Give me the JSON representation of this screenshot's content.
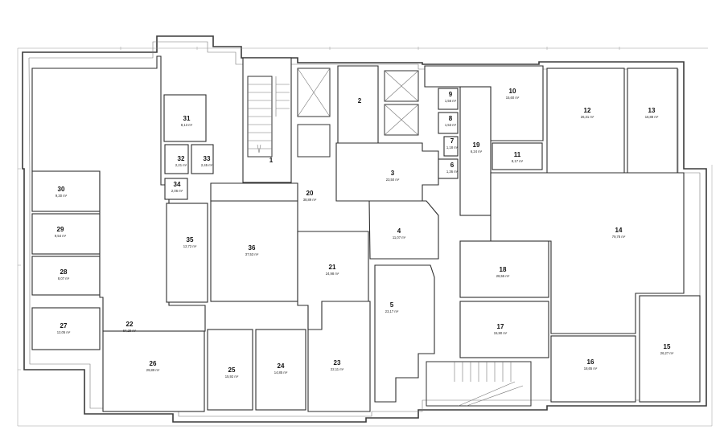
{
  "rooms": [
    {
      "id": "1",
      "number": "1",
      "area": ""
    },
    {
      "id": "2",
      "number": "2",
      "area": ""
    },
    {
      "id": "3",
      "number": "3",
      "area": "23,50 m²"
    },
    {
      "id": "4",
      "number": "4",
      "area": "11,07 m²"
    },
    {
      "id": "5",
      "number": "5",
      "area": "23,17 m²"
    },
    {
      "id": "6",
      "number": "6",
      "area": "1,36 m²"
    },
    {
      "id": "7",
      "number": "7",
      "area": "1,18 m²"
    },
    {
      "id": "8",
      "number": "8",
      "area": "1,53 m²"
    },
    {
      "id": "9",
      "number": "9",
      "area": "1,56 m²"
    },
    {
      "id": "10",
      "number": "10",
      "area": "15,60 m²"
    },
    {
      "id": "11",
      "number": "11",
      "area": "8,17 m²"
    },
    {
      "id": "12",
      "number": "12",
      "area": "26,31 m²"
    },
    {
      "id": "13",
      "number": "13",
      "area": "16,88 m²"
    },
    {
      "id": "14",
      "number": "14",
      "area": "79,78 m²"
    },
    {
      "id": "15",
      "number": "15",
      "area": "26,27 m²"
    },
    {
      "id": "16",
      "number": "16",
      "area": "18,65 m²"
    },
    {
      "id": "17",
      "number": "17",
      "area": "15,90 m²"
    },
    {
      "id": "18",
      "number": "18",
      "area": "28,55 m²"
    },
    {
      "id": "19",
      "number": "19",
      "area": "6,24 m²"
    },
    {
      "id": "20",
      "number": "20",
      "area": "38,89 m²"
    },
    {
      "id": "21",
      "number": "21",
      "area": "24,98 m²"
    },
    {
      "id": "22",
      "number": "22",
      "area": "64,29 m²"
    },
    {
      "id": "23",
      "number": "23",
      "area": "22,11 m²"
    },
    {
      "id": "24",
      "number": "24",
      "area": "14,85 m²"
    },
    {
      "id": "25",
      "number": "25",
      "area": "15,92 m²"
    },
    {
      "id": "26",
      "number": "26",
      "area": "29,89 m²"
    },
    {
      "id": "27",
      "number": "27",
      "area": "12,05 m²"
    },
    {
      "id": "28",
      "number": "28",
      "area": "8,07 m²"
    },
    {
      "id": "29",
      "number": "29",
      "area": "9,54 m²"
    },
    {
      "id": "30",
      "number": "30",
      "area": "9,30 m²"
    },
    {
      "id": "31",
      "number": "31",
      "area": "8,13 m²"
    },
    {
      "id": "32",
      "number": "32",
      "area": "2,21 m²"
    },
    {
      "id": "33",
      "number": "33",
      "area": "2,45 m²"
    },
    {
      "id": "34",
      "number": "34",
      "area": "2,06 m²"
    },
    {
      "id": "35",
      "number": "35",
      "area": "12,72 m²"
    },
    {
      "id": "36",
      "number": "36",
      "area": "37,53 m²"
    }
  ]
}
